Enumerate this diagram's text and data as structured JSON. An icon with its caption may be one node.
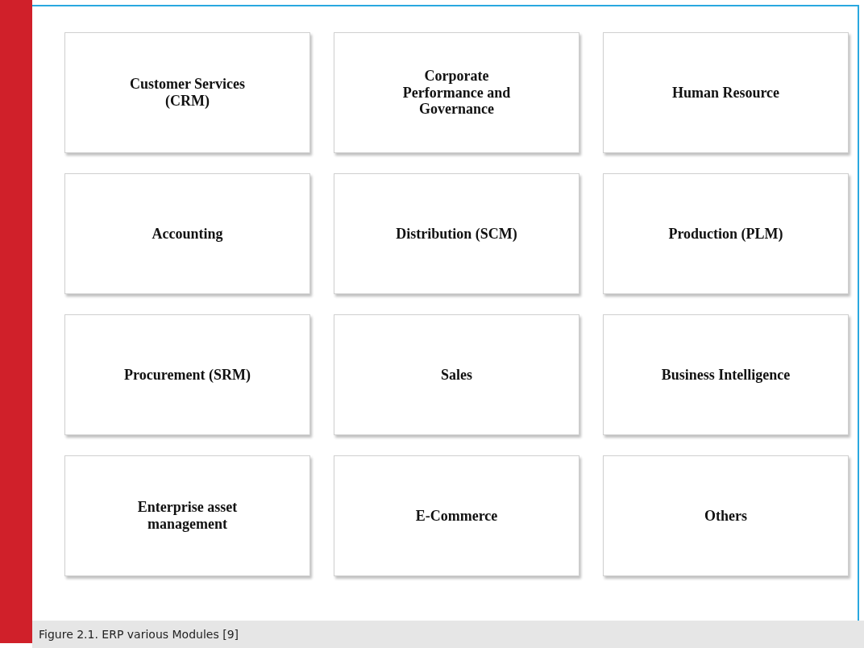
{
  "diagram": {
    "caption": "Figure 2.1. ERP various Modules [9]",
    "nodes": [
      {
        "text": [
          "Customer Services (CRM)"
        ]
      },
      {
        "text": [
          "Corporate Performance and Governance"
        ]
      },
      {
        "text": [
          "Human Resource"
        ]
      },
      {
        "text": [
          "Accounting"
        ]
      },
      {
        "text": [
          "Distribution (SCM)"
        ]
      },
      {
        "text": [
          "Production (PLM)"
        ]
      },
      {
        "text": [
          "Procurement (SRM)"
        ]
      },
      {
        "text": [
          "Sales"
        ]
      },
      {
        "text": [
          "Business Intelligence"
        ]
      },
      {
        "text": [
          "Enterprise asset management"
        ]
      },
      {
        "text": [
          "E-Commerce"
        ]
      },
      {
        "text": [
          "Others"
        ]
      }
    ]
  }
}
